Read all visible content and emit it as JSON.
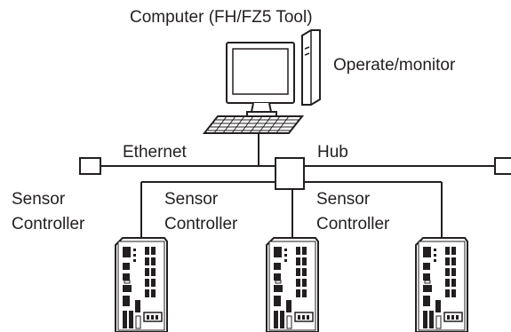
{
  "labels": {
    "computer": "Computer (FH/FZ5 Tool)",
    "operate": "Operate/monitor",
    "ethernet": "Ethernet",
    "hub": "Hub",
    "sensor1": "Sensor",
    "controller1": "Controller",
    "sensor2": "Sensor",
    "controller2": "Controller",
    "sensor3": "Sensor",
    "controller3": "Controller"
  },
  "icons": [
    "computer-icon",
    "hub-icon",
    "sensor-controller-icon"
  ],
  "colors": {
    "line": "#231f20",
    "fill": "#ffffff"
  }
}
